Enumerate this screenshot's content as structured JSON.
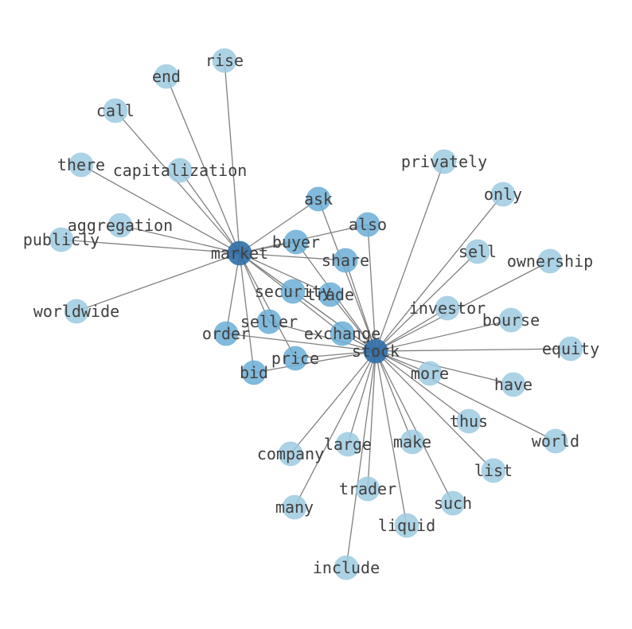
{
  "colors": {
    "edge": "#808080",
    "node": "#9ecae1",
    "hub": "#2f6ea8",
    "mid": "#6baed6",
    "label": "#404040"
  },
  "nodes": [
    {
      "id": "stock",
      "label": "stock",
      "level": "hub"
    },
    {
      "id": "market",
      "label": "market",
      "level": "hub"
    },
    {
      "id": "rise",
      "label": "rise",
      "level": "leaf"
    },
    {
      "id": "end",
      "label": "end",
      "level": "leaf"
    },
    {
      "id": "call",
      "label": "call",
      "level": "leaf"
    },
    {
      "id": "there",
      "label": "there",
      "level": "leaf"
    },
    {
      "id": "capitalization",
      "label": "capitalization",
      "level": "leaf"
    },
    {
      "id": "aggregation",
      "label": "aggregation",
      "level": "leaf"
    },
    {
      "id": "publicly",
      "label": "publicly",
      "level": "leaf"
    },
    {
      "id": "worldwide",
      "label": "worldwide",
      "level": "leaf"
    },
    {
      "id": "ask",
      "label": "ask",
      "level": "mid"
    },
    {
      "id": "also",
      "label": "also",
      "level": "mid"
    },
    {
      "id": "buyer",
      "label": "buyer",
      "level": "mid"
    },
    {
      "id": "share",
      "label": "share",
      "level": "mid"
    },
    {
      "id": "security",
      "label": "security",
      "level": "mid"
    },
    {
      "id": "trade",
      "label": "trade",
      "level": "mid"
    },
    {
      "id": "seller",
      "label": "seller",
      "level": "mid"
    },
    {
      "id": "exchange",
      "label": "exchange",
      "level": "mid"
    },
    {
      "id": "order",
      "label": "order",
      "level": "mid"
    },
    {
      "id": "price",
      "label": "price",
      "level": "mid"
    },
    {
      "id": "bid",
      "label": "bid",
      "level": "mid"
    },
    {
      "id": "privately",
      "label": "privately",
      "level": "leaf"
    },
    {
      "id": "only",
      "label": "only",
      "level": "leaf"
    },
    {
      "id": "sell",
      "label": "sell",
      "level": "leaf"
    },
    {
      "id": "ownership",
      "label": "ownership",
      "level": "leaf"
    },
    {
      "id": "investor",
      "label": "investor",
      "level": "leaf"
    },
    {
      "id": "bourse",
      "label": "bourse",
      "level": "leaf"
    },
    {
      "id": "equity",
      "label": "equity",
      "level": "leaf"
    },
    {
      "id": "more",
      "label": "more",
      "level": "leaf"
    },
    {
      "id": "have",
      "label": "have",
      "level": "leaf"
    },
    {
      "id": "thus",
      "label": "thus",
      "level": "leaf"
    },
    {
      "id": "world",
      "label": "world",
      "level": "leaf"
    },
    {
      "id": "list",
      "label": "list",
      "level": "leaf"
    },
    {
      "id": "make",
      "label": "make",
      "level": "leaf"
    },
    {
      "id": "large",
      "label": "large",
      "level": "leaf"
    },
    {
      "id": "company",
      "label": "company",
      "level": "leaf"
    },
    {
      "id": "trader",
      "label": "trader",
      "level": "leaf"
    },
    {
      "id": "such",
      "label": "such",
      "level": "leaf"
    },
    {
      "id": "liquid",
      "label": "liquid",
      "level": "leaf"
    },
    {
      "id": "many",
      "label": "many",
      "level": "leaf"
    },
    {
      "id": "include",
      "label": "include",
      "level": "leaf"
    }
  ],
  "edges": [
    [
      "market",
      "rise"
    ],
    [
      "market",
      "end"
    ],
    [
      "market",
      "call"
    ],
    [
      "market",
      "there"
    ],
    [
      "market",
      "capitalization"
    ],
    [
      "market",
      "aggregation"
    ],
    [
      "market",
      "publicly"
    ],
    [
      "market",
      "worldwide"
    ],
    [
      "market",
      "ask"
    ],
    [
      "market",
      "also"
    ],
    [
      "market",
      "buyer"
    ],
    [
      "market",
      "share"
    ],
    [
      "market",
      "security"
    ],
    [
      "market",
      "trade"
    ],
    [
      "market",
      "seller"
    ],
    [
      "market",
      "exchange"
    ],
    [
      "market",
      "order"
    ],
    [
      "market",
      "price"
    ],
    [
      "market",
      "bid"
    ],
    [
      "market",
      "stock"
    ],
    [
      "stock",
      "ask"
    ],
    [
      "stock",
      "also"
    ],
    [
      "stock",
      "buyer"
    ],
    [
      "stock",
      "share"
    ],
    [
      "stock",
      "security"
    ],
    [
      "stock",
      "trade"
    ],
    [
      "stock",
      "seller"
    ],
    [
      "stock",
      "exchange"
    ],
    [
      "stock",
      "order"
    ],
    [
      "stock",
      "price"
    ],
    [
      "stock",
      "bid"
    ],
    [
      "stock",
      "privately"
    ],
    [
      "stock",
      "only"
    ],
    [
      "stock",
      "sell"
    ],
    [
      "stock",
      "ownership"
    ],
    [
      "stock",
      "investor"
    ],
    [
      "stock",
      "bourse"
    ],
    [
      "stock",
      "equity"
    ],
    [
      "stock",
      "more"
    ],
    [
      "stock",
      "have"
    ],
    [
      "stock",
      "thus"
    ],
    [
      "stock",
      "world"
    ],
    [
      "stock",
      "list"
    ],
    [
      "stock",
      "make"
    ],
    [
      "stock",
      "large"
    ],
    [
      "stock",
      "company"
    ],
    [
      "stock",
      "trader"
    ],
    [
      "stock",
      "such"
    ],
    [
      "stock",
      "liquid"
    ],
    [
      "stock",
      "many"
    ],
    [
      "stock",
      "include"
    ]
  ]
}
